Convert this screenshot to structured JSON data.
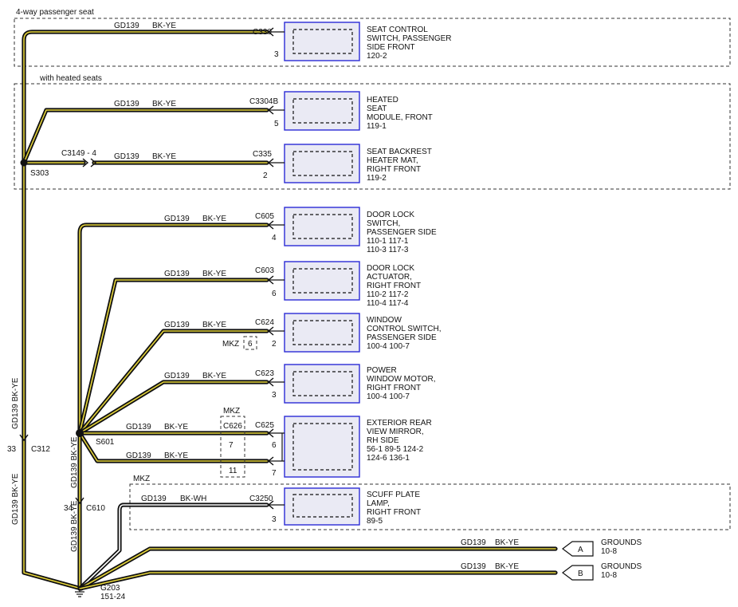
{
  "regions": {
    "four_way": "4-way passenger seat",
    "heated": "with heated seats",
    "mkz_scuff": "MKZ"
  },
  "splices": {
    "s303": "S303",
    "s601": "S601"
  },
  "inline": {
    "c3149": "C3149 - 4",
    "c312": "C312",
    "c312_pin": "33",
    "c610": "C610",
    "c610_pin": "34",
    "c626": "C626",
    "c626_mkz": "MKZ",
    "c626_pin_a": "7",
    "c626_pin_b": "11",
    "c624_mkz": "MKZ",
    "c624_mkz_pin": "6"
  },
  "wire_labels": {
    "circuit": "GD139",
    "color": "BK-YE",
    "color_wh": "BK-WH",
    "vertical_main": "GD139   BK-YE",
    "vertical_lower": "GD139   BK-YE",
    "vertical_s601": "GD139   BK-YE",
    "vertical_c610": "GD139   BK-YE"
  },
  "components": [
    {
      "id": "seat_switch",
      "connector": "C330",
      "pin": "3",
      "lines": [
        "SEAT CONTROL",
        "SWITCH, PASSENGER",
        "SIDE FRONT",
        "120-2"
      ]
    },
    {
      "id": "heated_module",
      "connector": "C3304B",
      "pin": "5",
      "lines": [
        "HEATED",
        "SEAT",
        "MODULE, FRONT",
        "119-1"
      ]
    },
    {
      "id": "backrest_mat",
      "connector": "C335",
      "pin": "2",
      "lines": [
        "SEAT BACKREST",
        "HEATER MAT,",
        "RIGHT FRONT",
        "119-2"
      ]
    },
    {
      "id": "door_lock_switch",
      "connector": "C605",
      "pin": "4",
      "lines": [
        "DOOR LOCK",
        "SWITCH,",
        "PASSENGER SIDE",
        "110-1      117-1",
        "110-3      117-3"
      ]
    },
    {
      "id": "door_lock_actuator",
      "connector": "C603",
      "pin": "6",
      "lines": [
        "DOOR LOCK",
        "ACTUATOR,",
        "RIGHT FRONT",
        "110-2      117-2",
        "110-4      117-4"
      ]
    },
    {
      "id": "window_switch",
      "connector": "C624",
      "pin": "2",
      "lines": [
        "WINDOW",
        "CONTROL SWITCH,",
        "PASSENGER SIDE",
        "100-4     100-7"
      ]
    },
    {
      "id": "window_motor",
      "connector": "C623",
      "pin": "3",
      "lines": [
        "POWER",
        "WINDOW MOTOR,",
        "RIGHT FRONT",
        "100-4     100-7"
      ]
    },
    {
      "id": "mirror",
      "connector": "C625",
      "pin": "6",
      "pin2": "7",
      "lines": [
        "EXTERIOR REAR",
        "VIEW MIRROR,",
        "RH SIDE",
        "56-1     89-5     124-2",
        "124-6    136-1"
      ]
    },
    {
      "id": "scuff_lamp",
      "connector": "C3250",
      "pin": "3",
      "lines": [
        "SCUFF PLATE",
        "LAMP,",
        "RIGHT FRONT",
        "89-5"
      ]
    }
  ],
  "grounds": [
    {
      "tag": "A",
      "lines": [
        "GROUNDS",
        "10-8"
      ]
    },
    {
      "tag": "B",
      "lines": [
        "GROUNDS",
        "10-8"
      ]
    }
  ],
  "ground_point": {
    "name": "G203",
    "ref": "151-24"
  }
}
